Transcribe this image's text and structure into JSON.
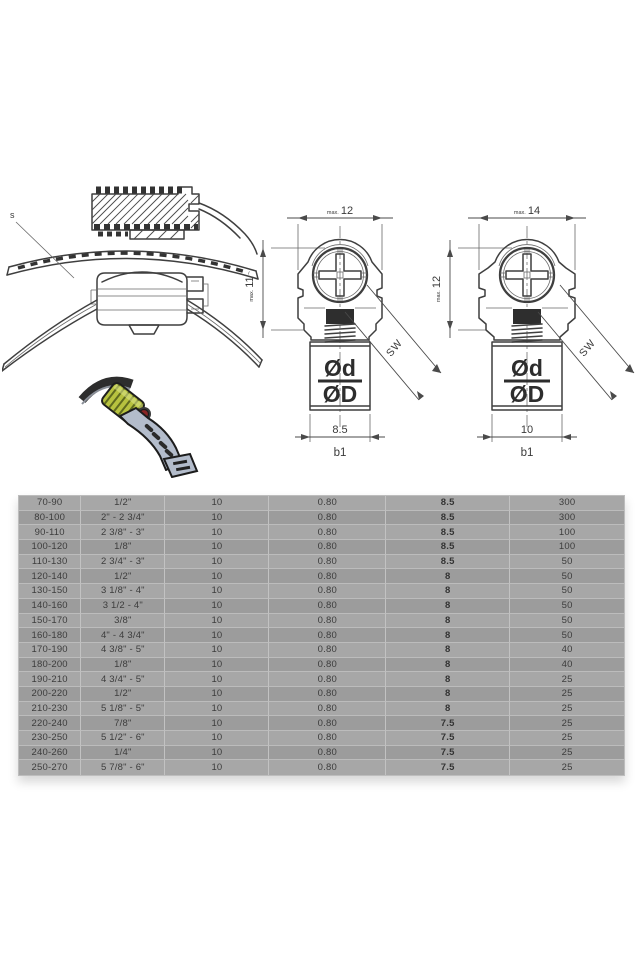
{
  "colors": {
    "background": "#ffffff",
    "drawing_line": "#3f3f3f",
    "table_row_light": "#a7a7a7",
    "table_row_dark": "#9c9c9c",
    "table_text": "#3c3c3c",
    "clamp_housing_green": "#b7c23f",
    "clamp_band_gray": "#b3bccb",
    "clamp_screw_red": "#8a2424",
    "clamp_dark": "#2d2d2d"
  },
  "drawings": {
    "section_view": {
      "thickness_label": "s"
    },
    "left_diagram": {
      "top_dim_prefix": "max.",
      "top_dim_value": "12",
      "side_dim_prefix": "max.",
      "side_dim_value": "11",
      "sw_label": "SW",
      "inner_diameter_label": "Ød",
      "outer_diameter_label": "ØD",
      "band_width_value": "8.5",
      "band_width_label": "b1"
    },
    "right_diagram": {
      "top_dim_prefix": "max.",
      "top_dim_value": "14",
      "side_dim_prefix": "max.",
      "side_dim_value": "12",
      "sw_label": "SW",
      "inner_diameter_label": "Ød",
      "outer_diameter_label": "ØD",
      "band_width_value": "10",
      "band_width_label": "b1"
    }
  },
  "table": {
    "rows": [
      [
        "70-90",
        "1/2\"",
        "10",
        "0.80",
        "8.5",
        "300"
      ],
      [
        "80-100",
        "2\" - 2 3/4\"",
        "10",
        "0.80",
        "8.5",
        "300"
      ],
      [
        "90-110",
        "2 3/8\" - 3\"",
        "10",
        "0.80",
        "8.5",
        "100"
      ],
      [
        "100-120",
        "1/8\"",
        "10",
        "0.80",
        "8.5",
        "100"
      ],
      [
        "110-130",
        "2 3/4\" - 3\"",
        "10",
        "0.80",
        "8.5",
        "50"
      ],
      [
        "120-140",
        "1/2\"",
        "10",
        "0.80",
        "8",
        "50"
      ],
      [
        "130-150",
        "3 1/8\" - 4\"",
        "10",
        "0.80",
        "8",
        "50"
      ],
      [
        "140-160",
        "3 1/2 - 4\"",
        "10",
        "0.80",
        "8",
        "50"
      ],
      [
        "150-170",
        "3/8\"",
        "10",
        "0.80",
        "8",
        "50"
      ],
      [
        "160-180",
        "4\" - 4 3/4\"",
        "10",
        "0.80",
        "8",
        "50"
      ],
      [
        "170-190",
        "4 3/8\" - 5\"",
        "10",
        "0.80",
        "8",
        "40"
      ],
      [
        "180-200",
        "1/8\"",
        "10",
        "0.80",
        "8",
        "40"
      ],
      [
        "190-210",
        "4 3/4\" - 5\"",
        "10",
        "0.80",
        "8",
        "25"
      ],
      [
        "200-220",
        "1/2\"",
        "10",
        "0.80",
        "8",
        "25"
      ],
      [
        "210-230",
        "5 1/8\" - 5\"",
        "10",
        "0.80",
        "8",
        "25"
      ],
      [
        "220-240",
        "7/8\"",
        "10",
        "0.80",
        "7.5",
        "25"
      ],
      [
        "230-250",
        "5 1/2\" - 6\"",
        "10",
        "0.80",
        "7.5",
        "25"
      ],
      [
        "240-260",
        "1/4\"",
        "10",
        "0.80",
        "7.5",
        "25"
      ],
      [
        "250-270",
        "5 7/8\" - 6\"",
        "10",
        "0.80",
        "7.5",
        "25"
      ]
    ]
  }
}
